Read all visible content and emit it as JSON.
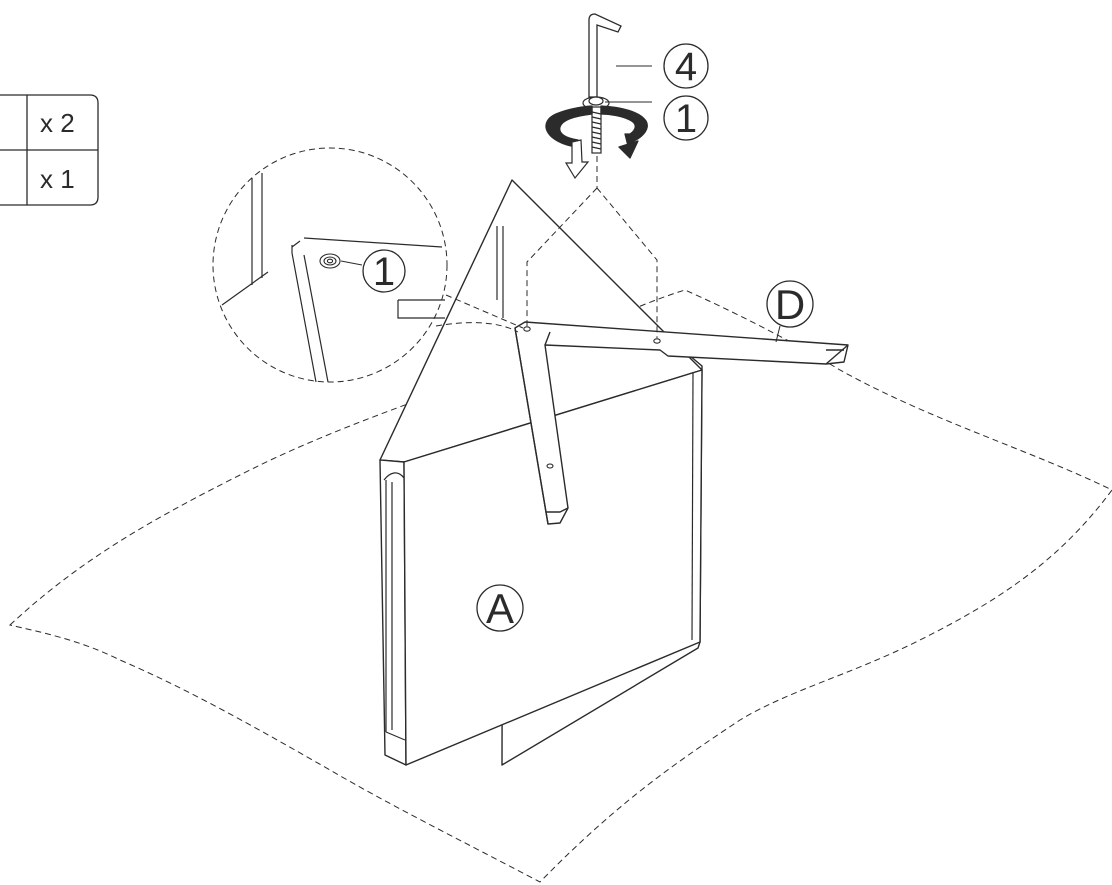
{
  "parts_table": {
    "rows": [
      {
        "quantity": "x 2"
      },
      {
        "quantity": "x 1"
      }
    ]
  },
  "callouts": {
    "hex_key": "4",
    "screw": "1",
    "screw_detail": "1",
    "leg": "D",
    "panel": "A"
  },
  "colors": {
    "line": "#2b2b2b",
    "panel_fill": "#ffffff"
  }
}
